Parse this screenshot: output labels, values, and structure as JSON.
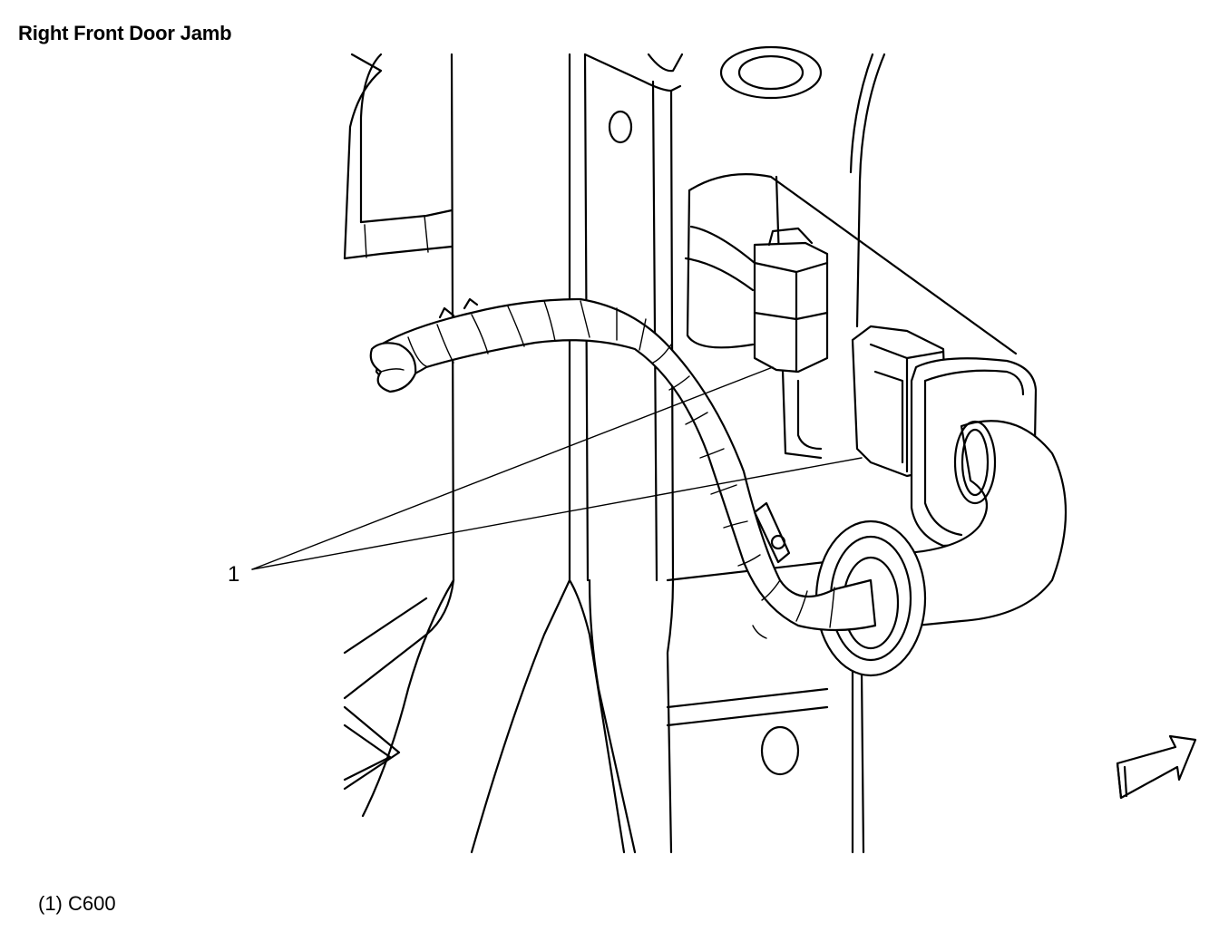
{
  "title": "Right Front Door Jamb",
  "callout_label": "1",
  "legend": [
    {
      "number": "(1)",
      "text": "C600"
    }
  ],
  "colors": {
    "line": "#000000",
    "background": "#ffffff"
  },
  "icons": {
    "view_arrow": "direction-arrow-icon"
  }
}
